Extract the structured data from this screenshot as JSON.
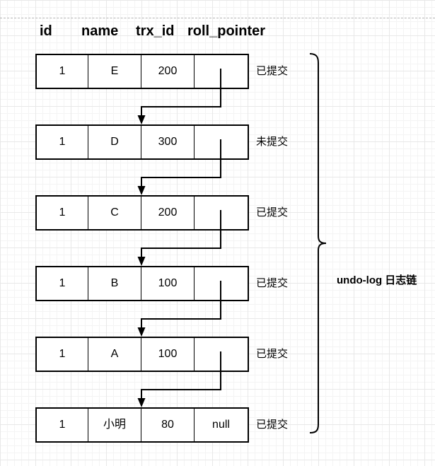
{
  "header": {
    "columns": [
      "id",
      "name",
      "trx_id",
      "roll_pointer"
    ]
  },
  "rows": [
    {
      "id": "1",
      "name": "E",
      "trx_id": "200",
      "roll_pointer": "",
      "status": "已提交"
    },
    {
      "id": "1",
      "name": "D",
      "trx_id": "300",
      "roll_pointer": "",
      "status": "未提交"
    },
    {
      "id": "1",
      "name": "C",
      "trx_id": "200",
      "roll_pointer": "",
      "status": "已提交"
    },
    {
      "id": "1",
      "name": "B",
      "trx_id": "100",
      "roll_pointer": "",
      "status": "已提交"
    },
    {
      "id": "1",
      "name": "A",
      "trx_id": "100",
      "roll_pointer": "",
      "status": "已提交"
    },
    {
      "id": "1",
      "name": "小明",
      "trx_id": "80",
      "roll_pointer": "null",
      "status": "已提交"
    }
  ],
  "brace_label": "undo-log 日志链",
  "colors": {
    "stroke": "#000000",
    "background": "#ffffff",
    "grid_minor": "#f4f4f4",
    "grid_major": "#e8e8e8",
    "page_boundary": "#b3b3b3"
  }
}
